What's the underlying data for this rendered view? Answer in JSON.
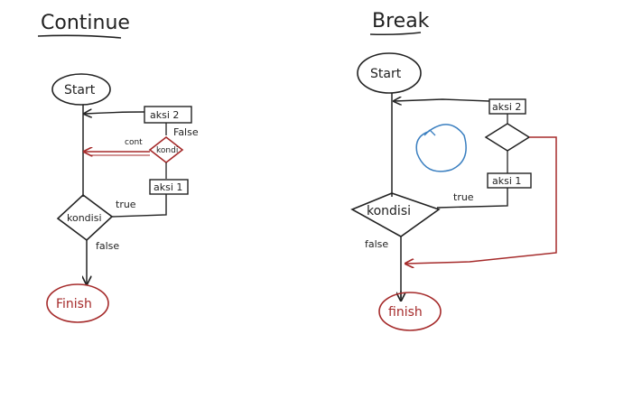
{
  "colors": {
    "ink": "#222222",
    "red_ink": "#a52a2a",
    "blue_ink": "#3a7fc0",
    "background": "#ffffff"
  },
  "continue_diagram": {
    "title": "Continue",
    "start": "Start",
    "aksi2": "aksi 2",
    "condition_small": "kondi",
    "false_small": "False",
    "continue_small": "cont",
    "aksi1": "aksi 1",
    "condition": "kondisi",
    "true_label": "true",
    "false_label": "false",
    "finish": "Finish"
  },
  "break_diagram": {
    "title": "Break",
    "start": "Start",
    "aksi2": "aksi 2",
    "aksi1": "aksi 1",
    "condition": "kondisi",
    "true_label": "true",
    "false_label": "false",
    "finish": "finish"
  }
}
